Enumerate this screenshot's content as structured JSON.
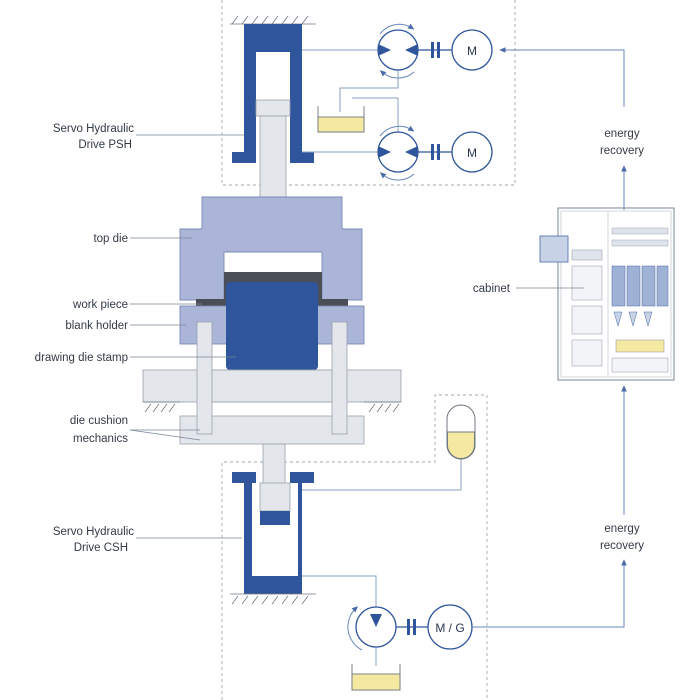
{
  "labels": {
    "psh_line1": "Servo Hydraulic",
    "psh_line2": "Drive PSH",
    "top_die": "top die",
    "work_piece": "work piece",
    "blank_holder": "blank holder",
    "drawing_die_stamp": "drawing die stamp",
    "die_cushion_line1": "die cushion",
    "die_cushion_line2": "mechanics",
    "csh_line1": "Servo Hydraulic",
    "csh_line2": "Drive CSH",
    "cabinet": "cabinet",
    "energy_recovery_top_line1": "energy",
    "energy_recovery_top_line2": "recovery",
    "energy_recovery_bottom_line1": "energy",
    "energy_recovery_bottom_line2": "recovery"
  },
  "motors": {
    "top_motor_1": "M",
    "top_motor_2": "M",
    "bottom_motor_generator": "M / G"
  },
  "colors": {
    "drive_blue": "#2f559c",
    "die_blue": "#aab5d8",
    "light_grey": "#e3e6eb",
    "oil_yellow": "#f5e8a0"
  },
  "icons": {
    "pump": "pump-icon",
    "motor": "motor-icon",
    "coupling": "coupling-icon",
    "tank": "oil-tank-icon",
    "accumulator": "accumulator-icon",
    "cabinet": "cabinet-icon"
  }
}
